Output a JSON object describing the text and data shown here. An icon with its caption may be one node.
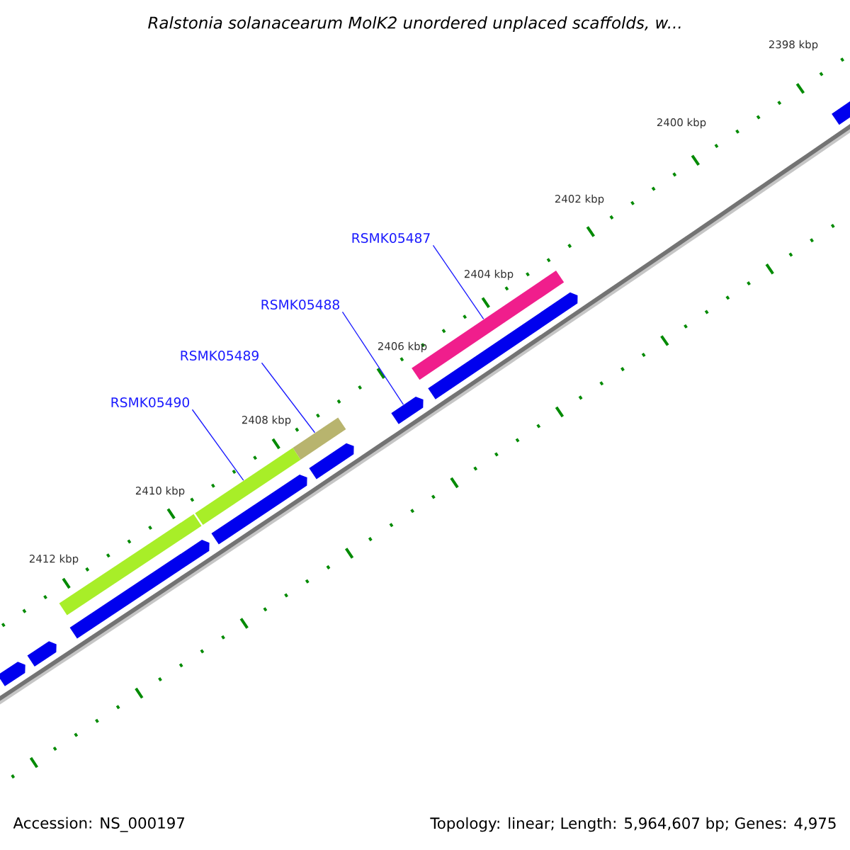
{
  "diagram": {
    "title": "Ralstonia solanacearum MolK2 unordered unplaced scaffolds, w...",
    "nodes": [
      {
        "text": [
          "RSMK05487"
        ]
      },
      {
        "text": [
          "RSMK05488"
        ]
      },
      {
        "text": [
          "RSMK05489"
        ]
      },
      {
        "text": [
          "RSMK05490"
        ]
      },
      {
        "text": [],
        "shape": "bar"
      },
      {
        "text": [],
        "shape": "arrow"
      },
      {
        "text": [],
        "shape": "bar"
      },
      {
        "text": [],
        "shape": "bar"
      },
      {
        "text": [],
        "shape": "bar"
      },
      {
        "text": [],
        "shape": "arrow"
      },
      {
        "text": [],
        "shape": "arrow"
      },
      {
        "text": [],
        "shape": "arrow"
      },
      {
        "text": [],
        "shape": "arrow"
      },
      {
        "text": [],
        "shape": "arrow"
      },
      {
        "text": [],
        "shape": "arrow"
      },
      {
        "text": [],
        "shape": "arrow"
      }
    ],
    "edges": [
      {
        "from": 0,
        "to": 4,
        "arrow": "none"
      },
      {
        "from": 1,
        "to": 5,
        "arrow": "none"
      },
      {
        "from": 2,
        "to": 6,
        "arrow": "none"
      },
      {
        "from": 3,
        "to": 7,
        "arrow": "none"
      }
    ],
    "labels": [
      "2398 kbp",
      "2400 kbp",
      "2402 kbp",
      "2404 kbp",
      "2406 kbp",
      "2408 kbp",
      "2410 kbp",
      "2412 kbp",
      "Accession: NS_000197",
      "Topology: linear; Length: 5,964,607 bp; Genes: 4,975"
    ]
  }
}
